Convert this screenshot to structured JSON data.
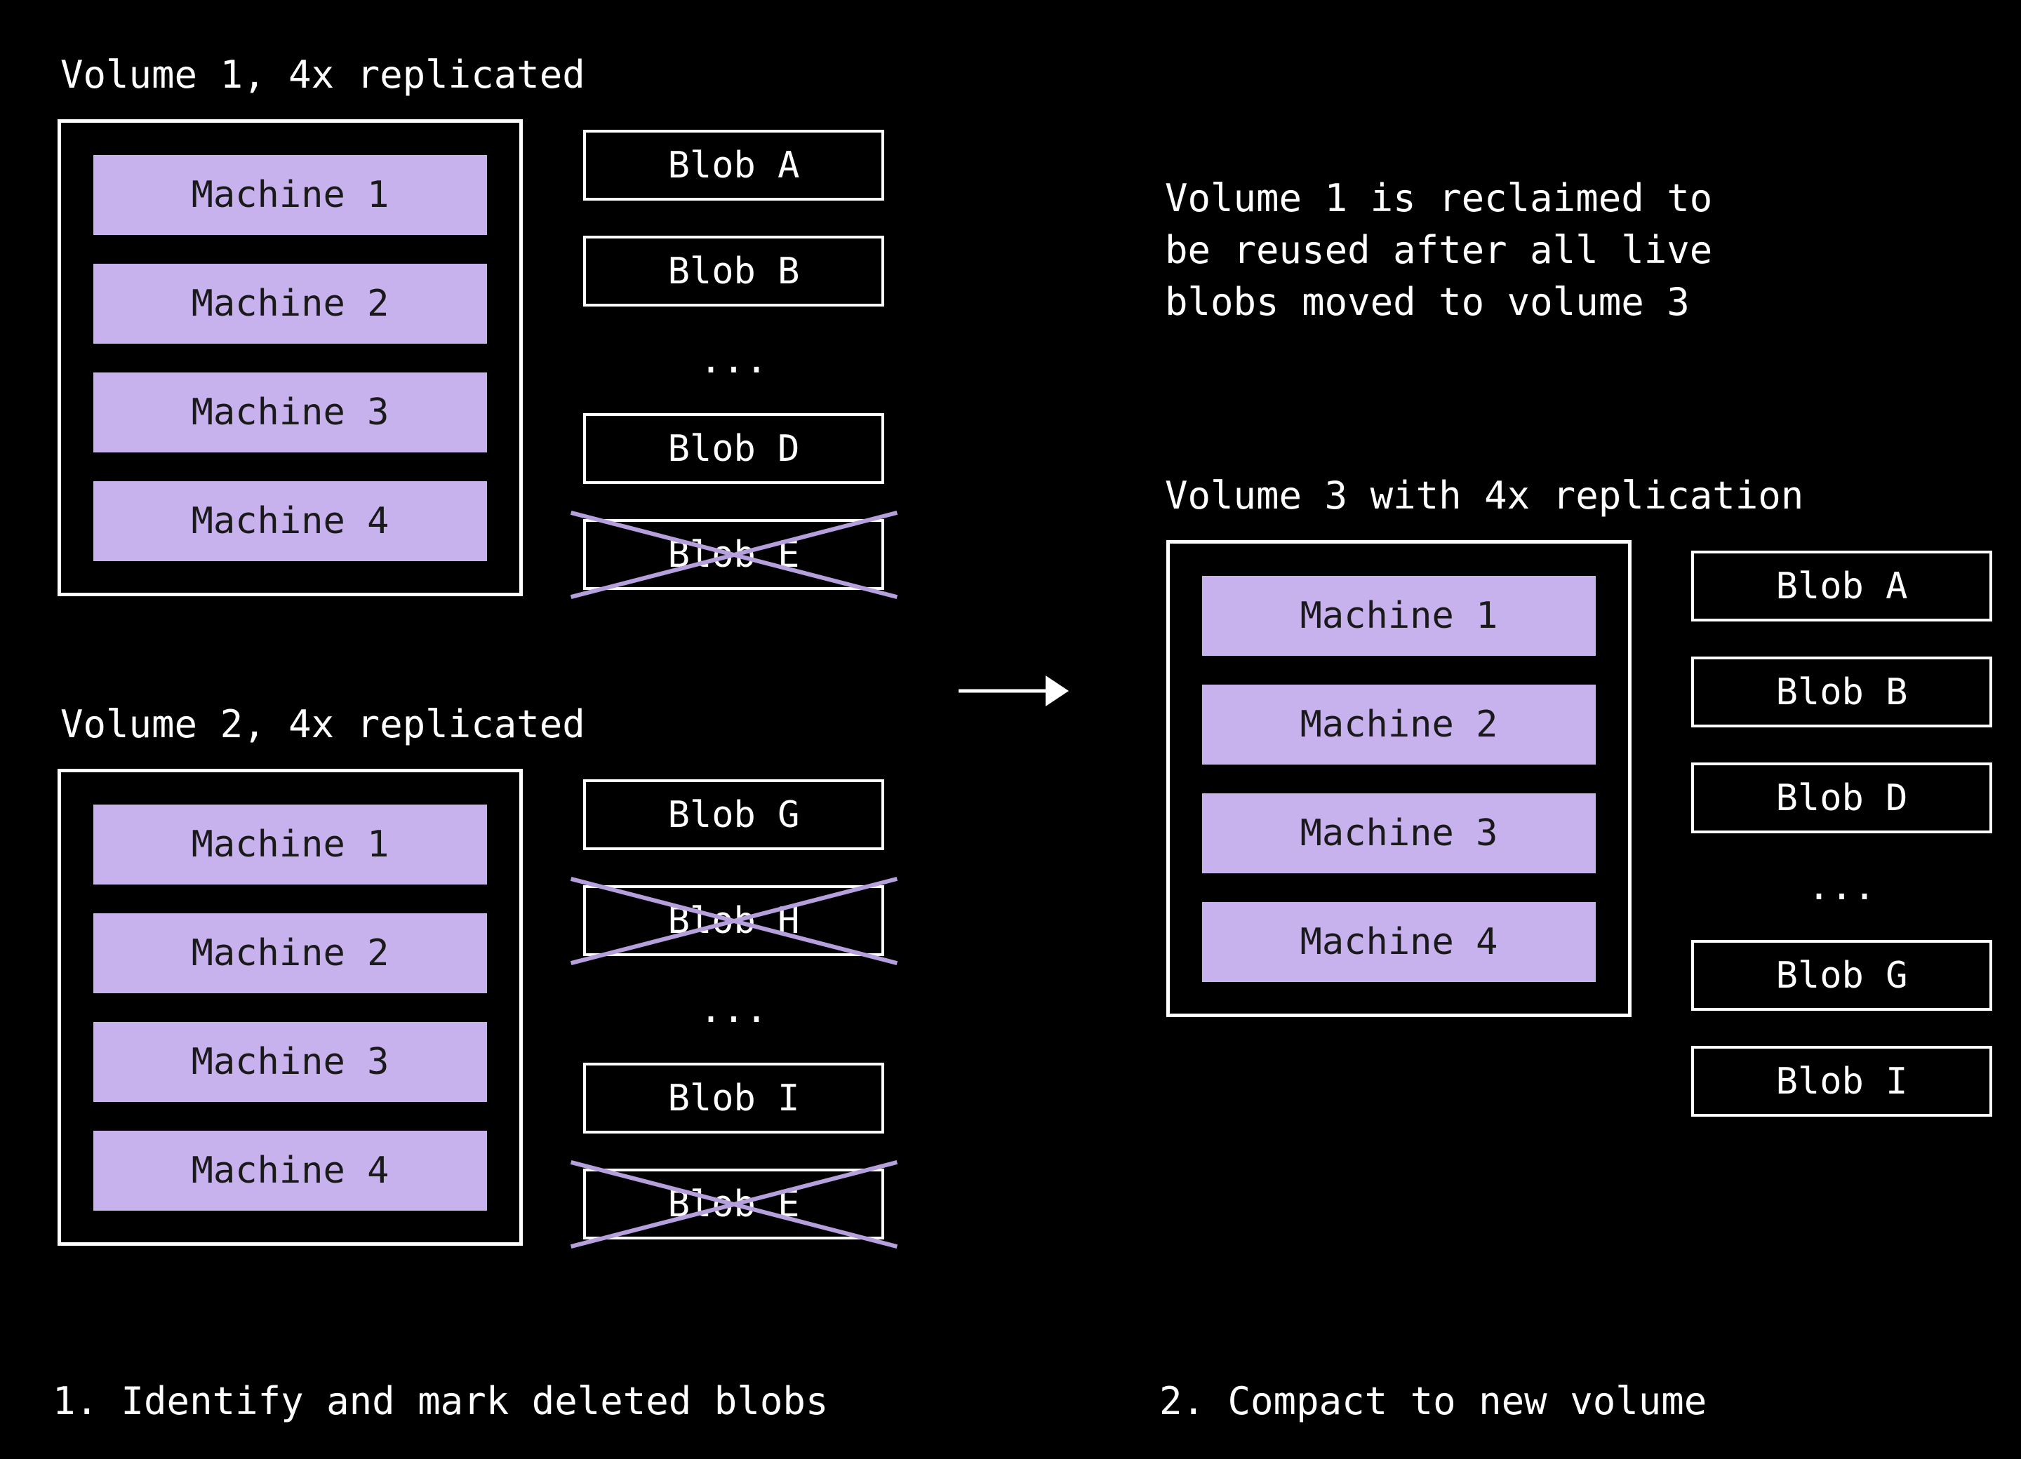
{
  "colors": {
    "background": "#000000",
    "text": "#ffffff",
    "box_border": "#ffffff",
    "machine_fill": "#c8b2ee",
    "machine_text": "#1a1a1a",
    "cross": "#b5a0dd",
    "arrow": "#ffffff"
  },
  "step1": {
    "caption": "1. Identify and mark deleted blobs",
    "volume1": {
      "title": "Volume 1, 4x replicated",
      "machines": [
        "Machine 1",
        "Machine 2",
        "Machine 3",
        "Machine 4"
      ],
      "blobs": [
        {
          "label": "Blob A",
          "deleted": false
        },
        {
          "label": "Blob B",
          "deleted": false
        },
        {
          "label": "...",
          "ellipsis": true
        },
        {
          "label": "Blob D",
          "deleted": false
        },
        {
          "label": "Blob E",
          "deleted": true
        }
      ]
    },
    "volume2": {
      "title": "Volume 2, 4x replicated",
      "machines": [
        "Machine 1",
        "Machine 2",
        "Machine 3",
        "Machine 4"
      ],
      "blobs": [
        {
          "label": "Blob G",
          "deleted": false
        },
        {
          "label": "Blob H",
          "deleted": true
        },
        {
          "label": "...",
          "ellipsis": true
        },
        {
          "label": "Blob I",
          "deleted": false
        },
        {
          "label": "Blob E",
          "deleted": true
        }
      ]
    }
  },
  "step2": {
    "caption": "2. Compact to new volume",
    "note": "Volume 1 is reclaimed to\nbe reused after all live\nblobs moved to volume 3",
    "volume3": {
      "title": "Volume 3 with 4x replication",
      "machines": [
        "Machine 1",
        "Machine 2",
        "Machine 3",
        "Machine 4"
      ],
      "blobs": [
        {
          "label": "Blob A",
          "deleted": false
        },
        {
          "label": "Blob B",
          "deleted": false
        },
        {
          "label": "Blob D",
          "deleted": false
        },
        {
          "label": "...",
          "ellipsis": true
        },
        {
          "label": "Blob G",
          "deleted": false
        },
        {
          "label": "Blob I",
          "deleted": false
        }
      ]
    }
  }
}
